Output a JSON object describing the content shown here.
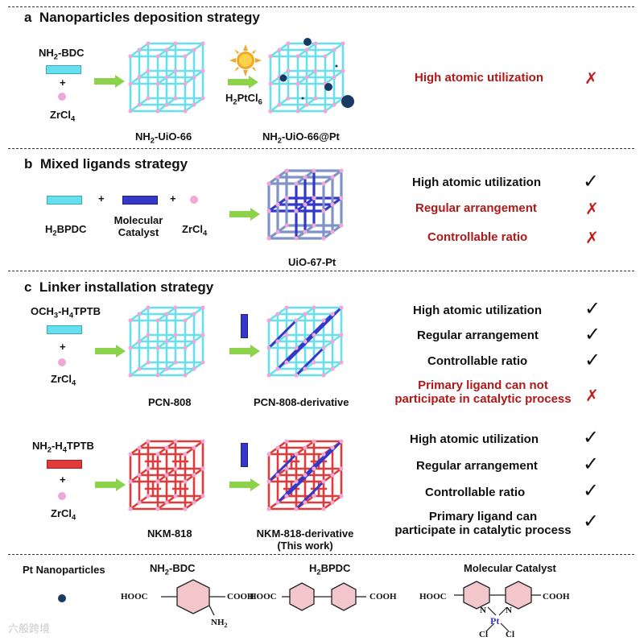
{
  "colors": {
    "cyan_linker": "#66e0ee",
    "blue_linker": "#3438c8",
    "red_linker": "#e03a3a",
    "arrow_green": "#8cd24a",
    "positive_text": "#111111",
    "negative_text": "#b01818",
    "zr_node": "#f0a8d6",
    "pt_particle": "#1a3a66"
  },
  "icons": [
    "check-mark-icon",
    "cross-mark-icon",
    "sun-icon",
    "arrow-right-icon"
  ],
  "sections": {
    "a": {
      "letter": "a",
      "title": "Nanoparticles deposition strategy",
      "ligand_main": "NH",
      "ligand_sub": "2",
      "ligand_suffix": "-BDC",
      "plus": "+",
      "metal": "ZrCl",
      "metal_sub": "4",
      "product1_main": "NH",
      "product1_sub": "2",
      "product1_suffix": "-UiO-66",
      "reagent_main": "H",
      "reagent_sub1": "2",
      "reagent_mid": "PtCl",
      "reagent_sub2": "6",
      "product2_main": "NH",
      "product2_sub": "2",
      "product2_suffix": "-UiO-66@Pt",
      "properties": [
        {
          "text": "High atomic utilization",
          "mark": "✗"
        }
      ]
    },
    "b": {
      "letter": "b",
      "title": "Mixed ligands strategy",
      "ligand_main": "H",
      "ligand_sub": "2",
      "ligand_suffix": "BPDC",
      "plus": "+",
      "catalyst_line1": "Molecular",
      "catalyst_line2": "Catalyst",
      "metal": "ZrCl",
      "metal_sub": "4",
      "product": "UiO-67-Pt",
      "properties": [
        {
          "text": "High atomic utilization",
          "mark": "✓"
        },
        {
          "text": "Regular arrangement",
          "mark": "✗"
        },
        {
          "text": "Controllable ratio",
          "mark": "✗"
        }
      ]
    },
    "c": {
      "letter": "c",
      "title": "Linker installation strategy",
      "ligand_main": "OCH",
      "ligand_sub": "3",
      "ligand_suffix": "-H",
      "ligand_sub2": "4",
      "ligand_end": "TPTB",
      "plus": "+",
      "metal": "ZrCl",
      "metal_sub": "4",
      "product1": "PCN-808",
      "product2": "PCN-808-derivative",
      "properties": [
        {
          "text": "High atomic utilization",
          "mark": "✓"
        },
        {
          "text": "Regular arrangement",
          "mark": "✓"
        },
        {
          "text": "Controllable ratio",
          "mark": "✓"
        },
        {
          "text_line1": "Primary ligand can not",
          "text_line2": "participate in catalytic process",
          "mark": "✗"
        }
      ]
    },
    "d": {
      "ligand_main": "NH",
      "ligand_sub": "2",
      "ligand_suffix": "-H",
      "ligand_sub2": "4",
      "ligand_end": "TPTB",
      "plus": "+",
      "metal": "ZrCl",
      "metal_sub": "4",
      "product1": "NKM-818",
      "product2": "NKM-818-derivative",
      "product2_note": "(This work)",
      "properties": [
        {
          "text": "High atomic utilization",
          "mark": "✓"
        },
        {
          "text": "Regular arrangement",
          "mark": "✓"
        },
        {
          "text": "Controllable ratio",
          "mark": "✓"
        },
        {
          "text_line1": "Primary ligand can",
          "text_line2": "participate in catalytic process",
          "mark": "✓"
        }
      ]
    }
  },
  "legend": {
    "pt_label": "Pt Nanoparticles",
    "bdc_main": "NH",
    "bdc_sub": "2",
    "bdc_suffix": "-BDC",
    "bpdc_main": "H",
    "bpdc_sub": "2",
    "bpdc_suffix": "BPDC",
    "catalyst_label": "Molecular Catalyst",
    "hooc": "HOOC",
    "cooh": "COOH",
    "nh2_main": "NH",
    "nh2_sub": "2",
    "n_atom": "N",
    "pt_atom": "Pt",
    "cl_atom": "Cl"
  },
  "watermark": "六般跨境"
}
